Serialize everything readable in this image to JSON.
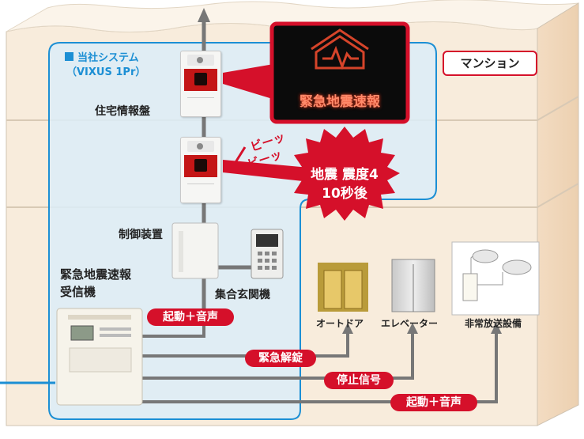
{
  "labels": {
    "system_title_line1": "当社システム",
    "system_title_line2": "（VIXUS 1Pr）",
    "mansion": "マンション",
    "jutaku_jouhouban": "住宅情報盤",
    "beep_line1": "ビーッ",
    "beep_line2": "ビーッ",
    "starburst_line1": "地震 震度4",
    "starburst_line2": "10秒後",
    "screen_text": "緊急地震速報",
    "control_unit": "制御装置",
    "receiver_line1": "緊急地震速報",
    "receiver_line2": "受信機",
    "entrance_unit": "集合玄関機",
    "auto_door": "オートドア",
    "elevator": "エレベーター",
    "broadcast": "非常放送設備"
  },
  "signals": {
    "start_voice_1": "起動＋音声",
    "emergency_unlock": "緊急解錠",
    "stop_signal": "停止信号",
    "start_voice_2": "起動＋音声"
  },
  "colors": {
    "accent_red": "#d5102a",
    "system_blue": "#1c8fd4",
    "system_fill": "#dcedf8",
    "building_fill": "#f8ecdc"
  }
}
